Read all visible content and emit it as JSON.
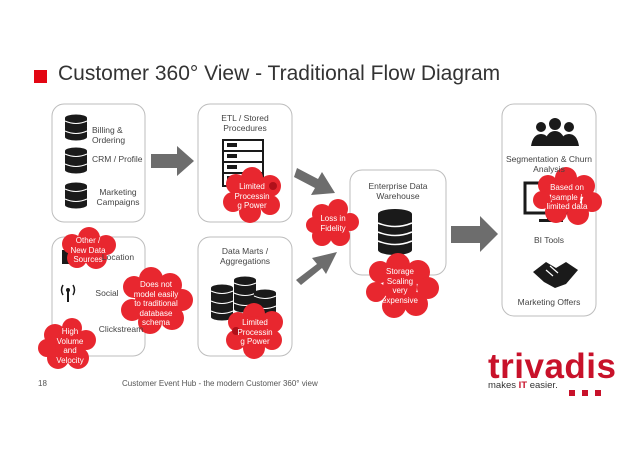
{
  "title": "Customer 360° View - Traditional Flow Diagram",
  "sources_box": {
    "billing": "Billing &\nOrdering",
    "crm": "CRM / Profile",
    "marketing": "Marketing\nCampaigns"
  },
  "sources_box2": {
    "location": "Location",
    "social": "Social",
    "clickstream": "Clickstream"
  },
  "etl_box": {
    "title": "ETL / Stored\nProcedures"
  },
  "datamarts_box": {
    "title": "Data Marts /\nAggregations"
  },
  "edw_box": {
    "title": "Enterprise Data\nWarehouse"
  },
  "outputs_box": {
    "segmentation": "Segmentation & Churn\nAnalysis",
    "bi": "BI Tools",
    "marketing_offers": "Marketing Offers"
  },
  "clouds": {
    "other_sources": "Other /\nNew Data\nSources",
    "high_volume": "High\nVolume\nand\nVelocity",
    "not_modeled": "Does not\nmodel easily\nto traditional\ndatabase\nschema",
    "limited_etl": "Limited\nProcessin\ng Power",
    "limited_marts": "Limited\nProcessin\ng Power",
    "loss_fidelity": "Loss in\nFidelity",
    "storage_scaling": "Storage\nScaling\nvery\nexpensive",
    "sample_data": "Based on\nsample /\nlimited data"
  },
  "footer": {
    "page_number": "18",
    "caption": "Customer Event Hub - the modern Customer 360° view"
  },
  "brand": {
    "logo_text": "trivadis",
    "tagline_pre": "makes ",
    "tagline_it": "IT",
    "tagline_post": " easier."
  },
  "colors": {
    "accent": "#e30613",
    "cloud": "#e8272f",
    "arrow": "#6d6d6d",
    "dark": "#1a1a1a"
  }
}
